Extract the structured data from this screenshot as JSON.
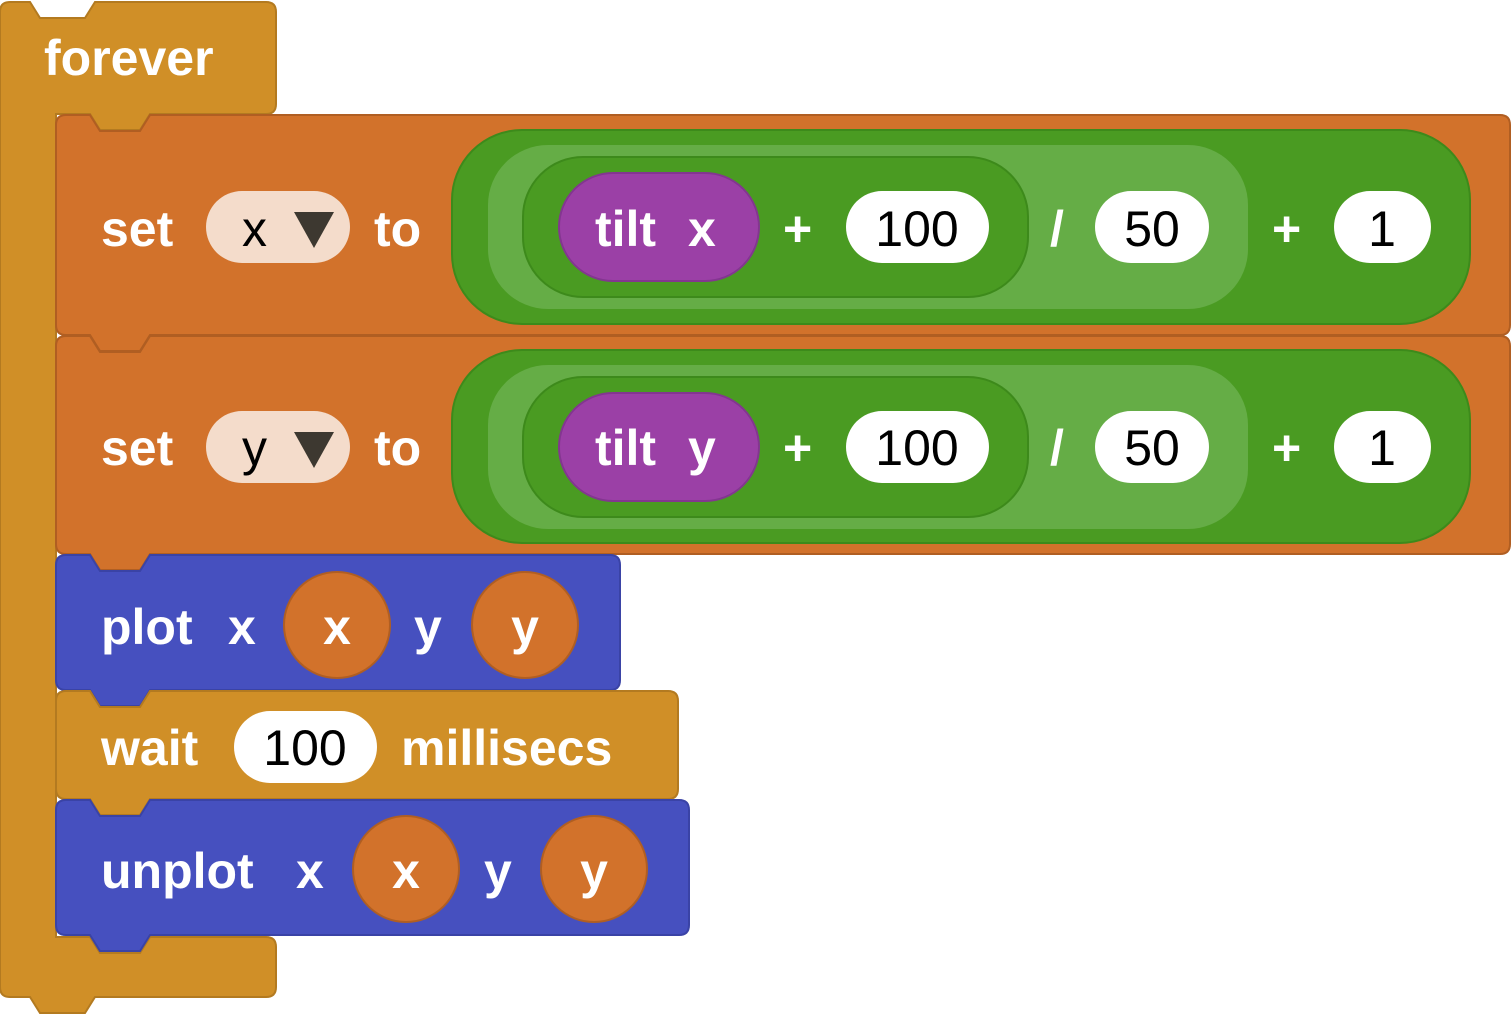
{
  "colors": {
    "control": "#D08F27",
    "variables": "#D2722B",
    "led": "#4650BF",
    "math_outer": "#4A9B22",
    "math_mid": "#65AD46",
    "input_pill": "#F4DCCB",
    "sensor": "#9B40A6",
    "text_white": "#FFFFFF",
    "text_dark": "#000000",
    "dropdown_arrow": "#3D3830"
  },
  "forever": {
    "label": "forever"
  },
  "set_x": {
    "set_label": "set",
    "variable": "x",
    "to_label": "to",
    "sensor_kw": "tilt",
    "sensor_axis": "x",
    "plus1": "+",
    "add_value": "100",
    "divide": "/",
    "div_value": "50",
    "plus2": "+",
    "offset_value": "1"
  },
  "set_y": {
    "set_label": "set",
    "variable": "y",
    "to_label": "to",
    "sensor_kw": "tilt",
    "sensor_axis": "y",
    "plus1": "+",
    "add_value": "100",
    "divide": "/",
    "div_value": "50",
    "plus2": "+",
    "offset_value": "1"
  },
  "plot": {
    "label": "plot",
    "x_label": "x",
    "x_var": "x",
    "y_label": "y",
    "y_var": "y"
  },
  "wait": {
    "label": "wait",
    "value": "100",
    "unit": "millisecs"
  },
  "unplot": {
    "label": "unplot",
    "x_label": "x",
    "x_var": "x",
    "y_label": "y",
    "y_var": "y"
  },
  "icons": {
    "dropdown": "dropdown-arrow-icon"
  }
}
